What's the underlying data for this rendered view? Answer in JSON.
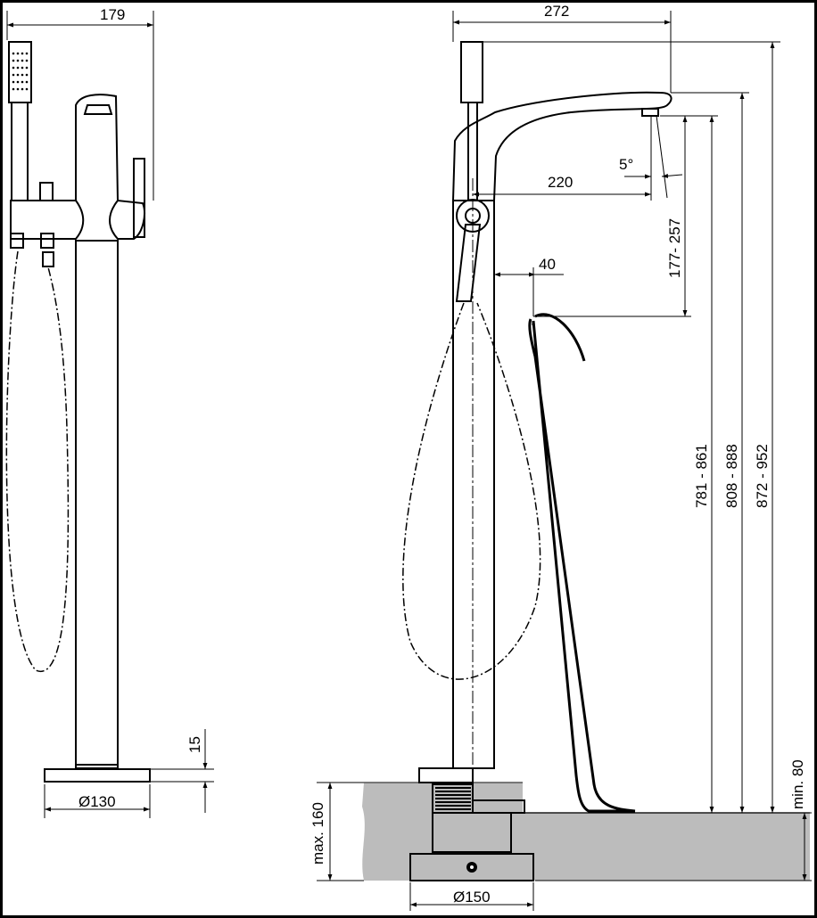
{
  "dimensions": {
    "left_width": "179",
    "total_width": "272",
    "reach": "220",
    "angle": "5°",
    "outlet_height": "177- 257",
    "clearance": "40",
    "height_a": "781 - 861",
    "height_b": "808 - 888",
    "height_c": "872 - 952",
    "plate_thickness": "15",
    "left_base_diameter": "Ø130",
    "right_base_diameter": "Ø150",
    "max_depth": "max. 160",
    "min_floor": "min. 80"
  },
  "colors": {
    "line": "#000000",
    "floor_fill": "#bcbcbc",
    "background": "#ffffff"
  }
}
